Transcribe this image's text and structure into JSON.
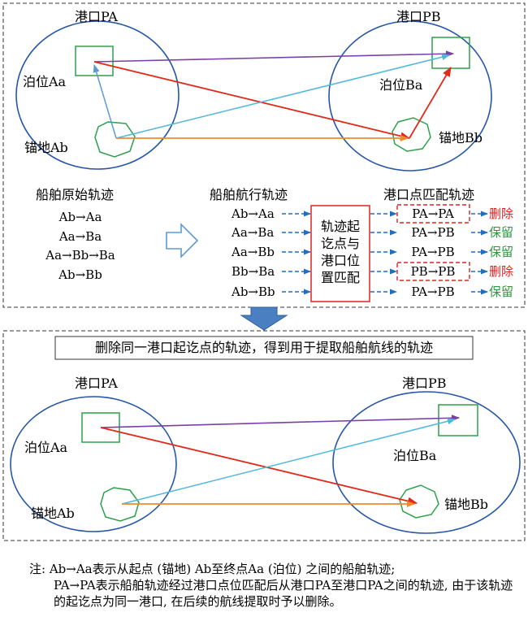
{
  "top_panel": {
    "port_a": "港口PA",
    "port_b": "港口PB",
    "berth_a": "泊位Aa",
    "berth_b": "泊位Ba",
    "anchor_a": "锚地Ab",
    "anchor_b": "锚地Bb"
  },
  "columns": {
    "original_title": "船舶原始轨迹",
    "original_items": [
      "Ab→Aa",
      "Aa→Ba",
      "Aa→Bb→Ba",
      "Ab→Bb"
    ],
    "voyage_title": "船舶航行轨迹",
    "voyage_items": [
      "Ab→Aa",
      "Aa→Ba",
      "Aa→Bb",
      "Bb→Ba",
      "Ab→Bb"
    ],
    "process_label": [
      "轨迹起",
      "讫点与",
      "港口位",
      "置匹配"
    ],
    "match_title": "港口点匹配轨迹",
    "match_items": [
      "PA→PA",
      "PA→PB",
      "PA→PB",
      "PB→PB",
      "PA→PB"
    ],
    "actions": [
      "删除",
      "保留",
      "保留",
      "删除",
      "保留"
    ]
  },
  "colors": {
    "delete": "#e02020",
    "keep": "#2e9a3e",
    "arrow_blue": "#1f6fc0",
    "purple": "#7a3fa8",
    "red": "#e02a1a",
    "orange": "#f08a2a",
    "cyan": "#4fb8dc",
    "green_shape": "#2da04a",
    "ellipse": "#2556a8"
  },
  "banner": "删除同一港口起讫点的轨迹，得到用于提取船舶航线的轨迹",
  "bottom_panel": {
    "port_a": "港口PA",
    "port_b": "港口PB",
    "berth_a": "泊位Aa",
    "berth_b": "泊位Ba",
    "anchor_a": "锚地Ab",
    "anchor_b": "锚地Bb"
  },
  "note": {
    "line1": "注: Ab→Aa表示从起点 (锚地) Ab至终点Aa (泊位) 之间的船舶轨迹;",
    "line2": "PA→PA表示船舶轨迹经过港口点位匹配后从港口PA至港口PA之间的轨迹, 由于该轨迹的起讫点为同一港口, 在后续的航线提取时予以删除。"
  }
}
